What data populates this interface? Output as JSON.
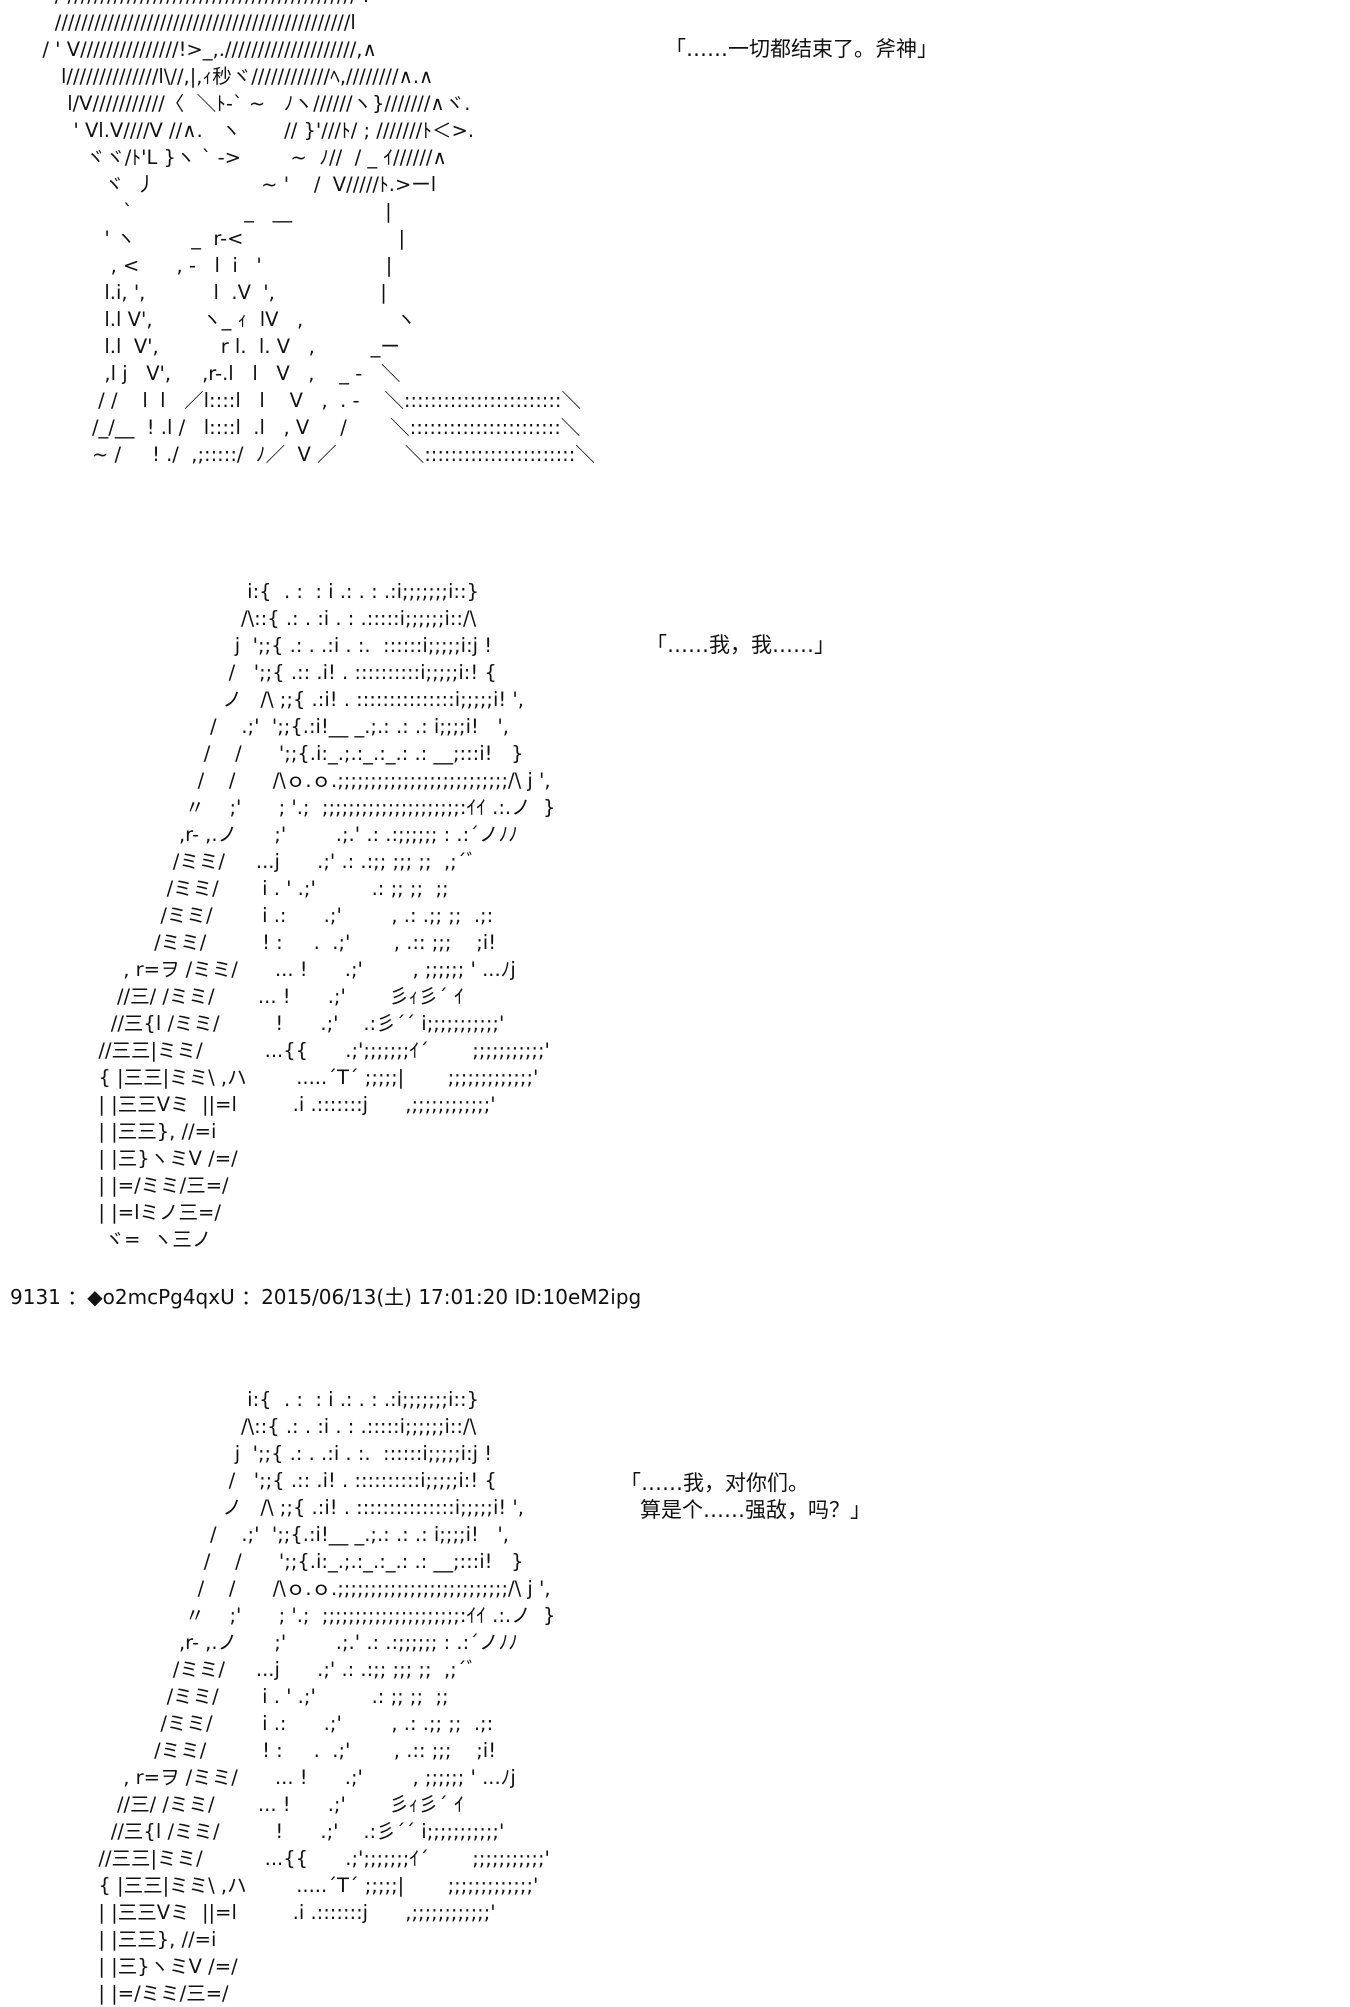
{
  "scene1": {
    "art": "    / //////////////////////////////////////////// .\n    /////////////////////////////////////////////l\n  / ' V///////////////!>_,.////////////////////,∧\n     l//////////////l\\//,|,ｨ秒ヾ////////////ﾍ,////////∧.∧\n      l/V///////////〈  ＼ﾄ-` ~   ﾉヽ//////ヽ}///////∧ヾ.\n       ' Vl.V////V //∧.   ヽ       // }'///ﾄ/ ; ///////ﾄ＜>.\n         ヾヾ/ﾄ'L }ヽ ` ->        ~  ﾉ//  / _ ｲ//////∧\n            ヾ  丿                 ~ '    /  V/////ﾄ.>ーl\n               `                  _   __               |\n            ' ヽ         _  r-<                         |\n             , <      , -   l  i   '                    |\n            l.i, ',           l  .V  ',                 |\n            l.l V',        ヽ_ ｨ  lV   ,               ヽ\n            l.l  V',          r l.  l. V   ,         _ー\n            ,l j   V',     ,r-.l   l   V   ,    _ -   ＼\n           / /    l  l   ／l::::l   l    V   ,  . -    ＼::::::::::::::::::::::::＼\n          /_/__  ! .l /   l::::l  .l   , V     /       ＼:::::::::::::::::::::::＼\n          ~ /     ! ./  ,;:::::/  ﾉ／  V ／           ＼:::::::::::::::::::::::＼",
    "dialogue": "「……一切都结束了。斧神」"
  },
  "scene2": {
    "art": "                          i:{  . :  : i .: . : .:i;;;;;;;i::}\n                         /\\::{ .: . :i . : .:::::i;;;;;;i::/\\\n                        j  ';;{ .: . .:i . :.  ::::::i;;;;;i:j !\n                       /   ';;{ .:: .i! . ::::::::::i;;;;;i:! {\n                      ノ   /\\ ;;{ .:i! . :::::::::::::::i;;;;;i! ',\n                    /    .;'  ';;{.:i!__ _.;.: .: .: i;;;;i!   ',\n                   /    /      ';;{.i:_.;.:_.:_.: .: __;:::i!   }\n                  /    /      /\\ｏ.ｏ.;;;;;;;;;;;;;;;;;;;;;;;;;;/\\ j ',\n                〃    ;'      ; '.;  ;;;;;;;;;;;;;;;;;;;;;:ｲｲ .:.ノ  }\n               ,r- ,.ノ      ;'        .;.' .: .:;;;;;; : .:´ノﾉﾉ\n              /ミミ/     ...j      .;' .: .:;; ;;; ;;  ,;´ﾞ\n             /ミミ/       i . ' .;'         .: ;; ;;  ;;\n            /ミミ/        i .:      .;'        , .: .;; ;;  .;:\n           /ミミ/         ! :     .  .;'       , .:: ;;;    ;i!\n      , r=ヲ /ミミ/      ... !      .;'        , ;;;;;; ' ...ﾉj\n     //三/ /ミミ/       ... !      .;'       彡ｨ彡´ ｲ\n    //三{l /ミミ/         !      .;'    .:彡´´ i;;;;;;;;;;;'\n  //三三|ミミ/          ...{{      .;';;;;;;;ｲ´       ;;;;;;;;;;;'\n  { |三三|ミミ\\ ,ハ        .....´T´ ;;;;;|       ;;;;;;;;;;;;;'\n  | |三三Vミ  ||=l         .i .:::::::j      ,;;;;;;;;;;;;'\n  | |三三}, //=i\n  | |三}ヽミV /=/\n  | |=/ミミ/三=/\n  | |=lミノ三=/\n   ヾ=  ヽ三ノ",
    "dialogue": "「……我，我……」"
  },
  "post_header": "9131 ：◆o2mcPg4qxU ：2015/06/13(土) 17:01:20 ID:10eM2ipg",
  "scene3": {
    "art": "                          i:{  . :  : i .: . : .:i;;;;;;;i::}\n                         /\\::{ .: . :i . : .:::::i;;;;;;i::/\\\n                        j  ';;{ .: . .:i . :.  ::::::i;;;;;i:j !\n                       /   ';;{ .:: .i! . ::::::::::i;;;;;i:! {\n                      ノ   /\\ ;;{ .:i! . :::::::::::::::i;;;;;i! ',\n                    /    .;'  ';;{.:i!__ _.;.: .: .: i;;;;i!   ',\n                   /    /      ';;{.i:_.;.:_.:_.: .: __;:::i!   }\n                  /    /      /\\ｏ.ｏ.;;;;;;;;;;;;;;;;;;;;;;;;;;/\\ j ',\n                〃    ;'      ; '.;  ;;;;;;;;;;;;;;;;;;;;;:ｲｲ .:.ノ  }\n               ,r- ,.ノ      ;'        .;.' .: .:;;;;;; : .:´ノﾉﾉ\n              /ミミ/     ...j      .;' .: .:;; ;;; ;;  ,;´ﾞ\n             /ミミ/       i . ' .;'         .: ;; ;;  ;;\n            /ミミ/        i .:      .;'        , .: .;; ;;  .;:\n           /ミミ/         ! :     .  .;'       , .:: ;;;    ;i!\n      , r=ヲ /ミミ/      ... !      .;'        , ;;;;;; ' ...ﾉj\n     //三/ /ミミ/       ... !      .;'       彡ｨ彡´ ｲ\n    //三{l /ミミ/         !      .;'    .:彡´´ i;;;;;;;;;;;'\n  //三三|ミミ/          ...{{      .;';;;;;;;ｲ´       ;;;;;;;;;;;'\n  { |三三|ミミ\\ ,ハ        .....´T´ ;;;;;|       ;;;;;;;;;;;;;'\n  | |三三Vミ  ||=l         .i .:::::::j      ,;;;;;;;;;;;;'\n  | |三三}, //=i\n  | |三}ヽミV /=/\n  | |=/ミミ/三=/",
    "dialogue": "「……我，对你们。\n   算是个……强敌，吗？」"
  }
}
